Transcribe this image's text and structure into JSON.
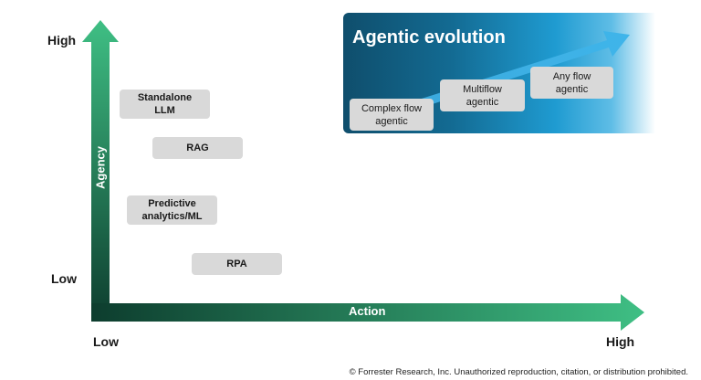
{
  "axes": {
    "y_high": "High",
    "y_low": "Low",
    "y_title": "Agency",
    "x_low": "Low",
    "x_high": "High",
    "x_title": "Action"
  },
  "categories": [
    {
      "label": "Standalone\nLLM"
    },
    {
      "label": "RAG"
    },
    {
      "label": "Predictive\nanalytics/ML"
    },
    {
      "label": "RPA"
    }
  ],
  "evolution": {
    "title": "Agentic evolution",
    "stages": [
      {
        "label": "Complex flow\nagentic"
      },
      {
        "label": "Multiflow\nagentic"
      },
      {
        "label": "Any flow\nagentic"
      }
    ]
  },
  "colors": {
    "axis_dark": "#0d3d2e",
    "axis_light": "#3fbf84",
    "panel_dark": "#0f4e6c",
    "panel_light": "#1f9bd1",
    "box": "#d9d9d9"
  },
  "footer": {
    "copyright": "© Forrester Research, Inc. Unauthorized reproduction, citation, or distribution prohibited."
  }
}
